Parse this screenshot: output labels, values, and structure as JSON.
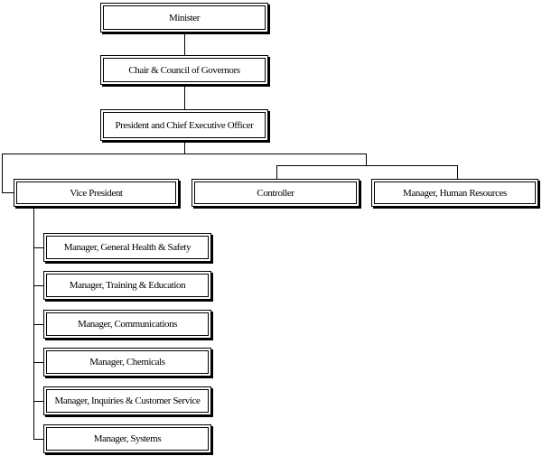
{
  "org_chart": {
    "minister": "Minister",
    "council": "Chair & Council of Governors",
    "ceo": "President and Chief Executive Officer",
    "vice_president": "Vice President",
    "controller": "Controller",
    "human_resources": "Manager, Human Resources",
    "vp_reports": [
      "Manager, General Health & Safety",
      "Manager,  Training & Education",
      "Manager, Communications",
      "Manager, Chemicals",
      "Manager, Inquiries & Customer Service",
      "Manager, Systems"
    ]
  }
}
